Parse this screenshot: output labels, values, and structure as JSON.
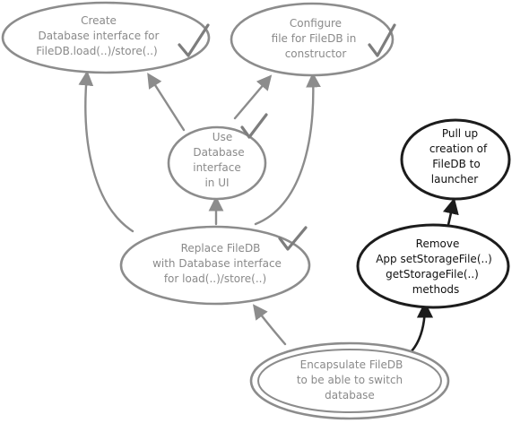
{
  "colors": {
    "done": "#8c8c8c",
    "done_text": "#8a8a8a",
    "todo": "#1c1c1c",
    "background": "#ffffff"
  },
  "nodes": {
    "create_interface": {
      "line1": "Create",
      "line2": "Database interface for",
      "line3": "FileDB.load(..)/store(..)",
      "status": "done"
    },
    "configure_file": {
      "line1": "Configure",
      "line2": "file for FileDB in",
      "line3": "constructor",
      "status": "done"
    },
    "use_interface": {
      "line1": "Use",
      "line2": "Database",
      "line3": "interface",
      "line4": "in UI",
      "status": "done"
    },
    "replace_filedb": {
      "line1": "Replace FileDB",
      "line2": "with Database interface",
      "line3": "for load(..)/store(..)",
      "status": "done"
    },
    "encapsulate": {
      "line1": "Encapsulate FileDB",
      "line2": "to be able to switch",
      "line3": "database",
      "status": "done"
    },
    "remove_methods": {
      "line1": "Remove",
      "line2": "App setStorageFile(..)",
      "line3": "getStorageFile(..)",
      "line4": "methods",
      "status": "todo"
    },
    "pull_up": {
      "line1": "Pull up",
      "line2": "creation of",
      "line3": "FileDB to",
      "line4": "launcher",
      "status": "todo"
    }
  },
  "edges": [
    {
      "from": "encapsulate",
      "to": "replace_filedb",
      "status": "done"
    },
    {
      "from": "encapsulate",
      "to": "remove_methods",
      "status": "todo"
    },
    {
      "from": "remove_methods",
      "to": "pull_up",
      "status": "todo"
    },
    {
      "from": "replace_filedb",
      "to": "use_interface",
      "status": "done"
    },
    {
      "from": "replace_filedb",
      "to": "create_interface",
      "status": "done"
    },
    {
      "from": "replace_filedb",
      "to": "configure_file",
      "status": "done"
    },
    {
      "from": "use_interface",
      "to": "create_interface",
      "status": "done"
    },
    {
      "from": "use_interface",
      "to": "configure_file",
      "status": "done"
    }
  ],
  "check_icon": "checkmark-icon"
}
